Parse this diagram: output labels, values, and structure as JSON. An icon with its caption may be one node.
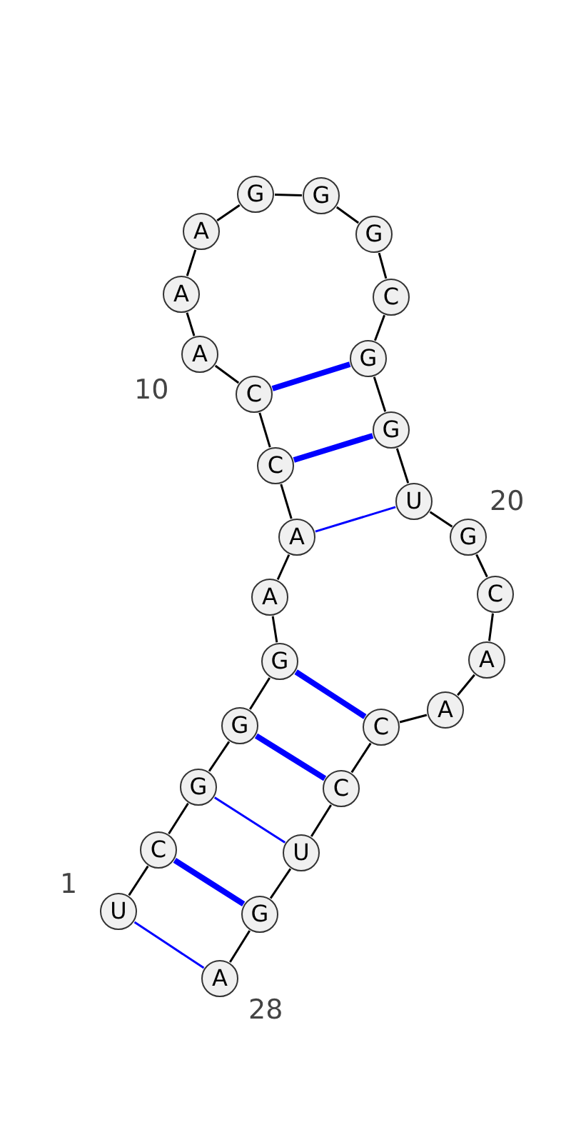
{
  "diagram": {
    "nodes": [
      {
        "text": [
          "U"
        ]
      },
      {
        "text": [
          "C"
        ]
      },
      {
        "text": [
          "G"
        ]
      },
      {
        "text": [
          "G"
        ]
      },
      {
        "text": [
          "G"
        ]
      },
      {
        "text": [
          "A"
        ]
      },
      {
        "text": [
          "A"
        ]
      },
      {
        "text": [
          "C"
        ]
      },
      {
        "text": [
          "C"
        ]
      },
      {
        "text": [
          "A"
        ]
      },
      {
        "text": [
          "A"
        ]
      },
      {
        "text": [
          "A"
        ]
      },
      {
        "text": [
          "G"
        ]
      },
      {
        "text": [
          "G"
        ]
      },
      {
        "text": [
          "G"
        ]
      },
      {
        "text": [
          "C"
        ]
      },
      {
        "text": [
          "G"
        ]
      },
      {
        "text": [
          "G"
        ]
      },
      {
        "text": [
          "U"
        ]
      },
      {
        "text": [
          "G"
        ]
      },
      {
        "text": [
          "C"
        ]
      },
      {
        "text": [
          "A"
        ]
      },
      {
        "text": [
          "A"
        ]
      },
      {
        "text": [
          "C"
        ]
      },
      {
        "text": [
          "C"
        ]
      },
      {
        "text": [
          "U"
        ]
      },
      {
        "text": [
          "G"
        ]
      },
      {
        "text": [
          "A"
        ]
      }
    ],
    "edges": [
      {
        "from": 0,
        "to": 1,
        "arrow": "none"
      },
      {
        "from": 1,
        "to": 2,
        "arrow": "none"
      },
      {
        "from": 2,
        "to": 3,
        "arrow": "none"
      },
      {
        "from": 3,
        "to": 4,
        "arrow": "none"
      },
      {
        "from": 4,
        "to": 5,
        "arrow": "none"
      },
      {
        "from": 5,
        "to": 6,
        "arrow": "none"
      },
      {
        "from": 6,
        "to": 7,
        "arrow": "none"
      },
      {
        "from": 7,
        "to": 8,
        "arrow": "none"
      },
      {
        "from": 8,
        "to": 9,
        "arrow": "none"
      },
      {
        "from": 9,
        "to": 10,
        "arrow": "none"
      },
      {
        "from": 10,
        "to": 11,
        "arrow": "none"
      },
      {
        "from": 11,
        "to": 12,
        "arrow": "none"
      },
      {
        "from": 12,
        "to": 13,
        "arrow": "none"
      },
      {
        "from": 13,
        "to": 14,
        "arrow": "none"
      },
      {
        "from": 14,
        "to": 15,
        "arrow": "none"
      },
      {
        "from": 15,
        "to": 16,
        "arrow": "none"
      },
      {
        "from": 16,
        "to": 17,
        "arrow": "none"
      },
      {
        "from": 17,
        "to": 18,
        "arrow": "none"
      },
      {
        "from": 18,
        "to": 19,
        "arrow": "none"
      },
      {
        "from": 19,
        "to": 20,
        "arrow": "none"
      },
      {
        "from": 20,
        "to": 21,
        "arrow": "none"
      },
      {
        "from": 21,
        "to": 22,
        "arrow": "none"
      },
      {
        "from": 22,
        "to": 23,
        "arrow": "none"
      },
      {
        "from": 23,
        "to": 24,
        "arrow": "none"
      },
      {
        "from": 24,
        "to": 25,
        "arrow": "none"
      },
      {
        "from": 25,
        "to": 26,
        "arrow": "none"
      },
      {
        "from": 26,
        "to": 27,
        "arrow": "none"
      },
      {
        "from": 8,
        "to": 16,
        "arrow": "none",
        "style": "thick",
        "color": "#0000ff"
      },
      {
        "from": 7,
        "to": 17,
        "arrow": "none",
        "style": "thick",
        "color": "#0000ff"
      },
      {
        "from": 6,
        "to": 18,
        "arrow": "none",
        "color": "#0000ff"
      },
      {
        "from": 4,
        "to": 23,
        "arrow": "none",
        "style": "thick",
        "color": "#0000ff"
      },
      {
        "from": 3,
        "to": 24,
        "arrow": "none",
        "style": "thick",
        "color": "#0000ff"
      },
      {
        "from": 2,
        "to": 25,
        "arrow": "none",
        "color": "#0000ff"
      },
      {
        "from": 1,
        "to": 26,
        "arrow": "none",
        "style": "thick",
        "color": "#0000ff"
      },
      {
        "from": 0,
        "to": 27,
        "arrow": "none",
        "color": "#0000ff"
      }
    ],
    "labels": [
      "10",
      "20",
      "1",
      "28"
    ]
  }
}
